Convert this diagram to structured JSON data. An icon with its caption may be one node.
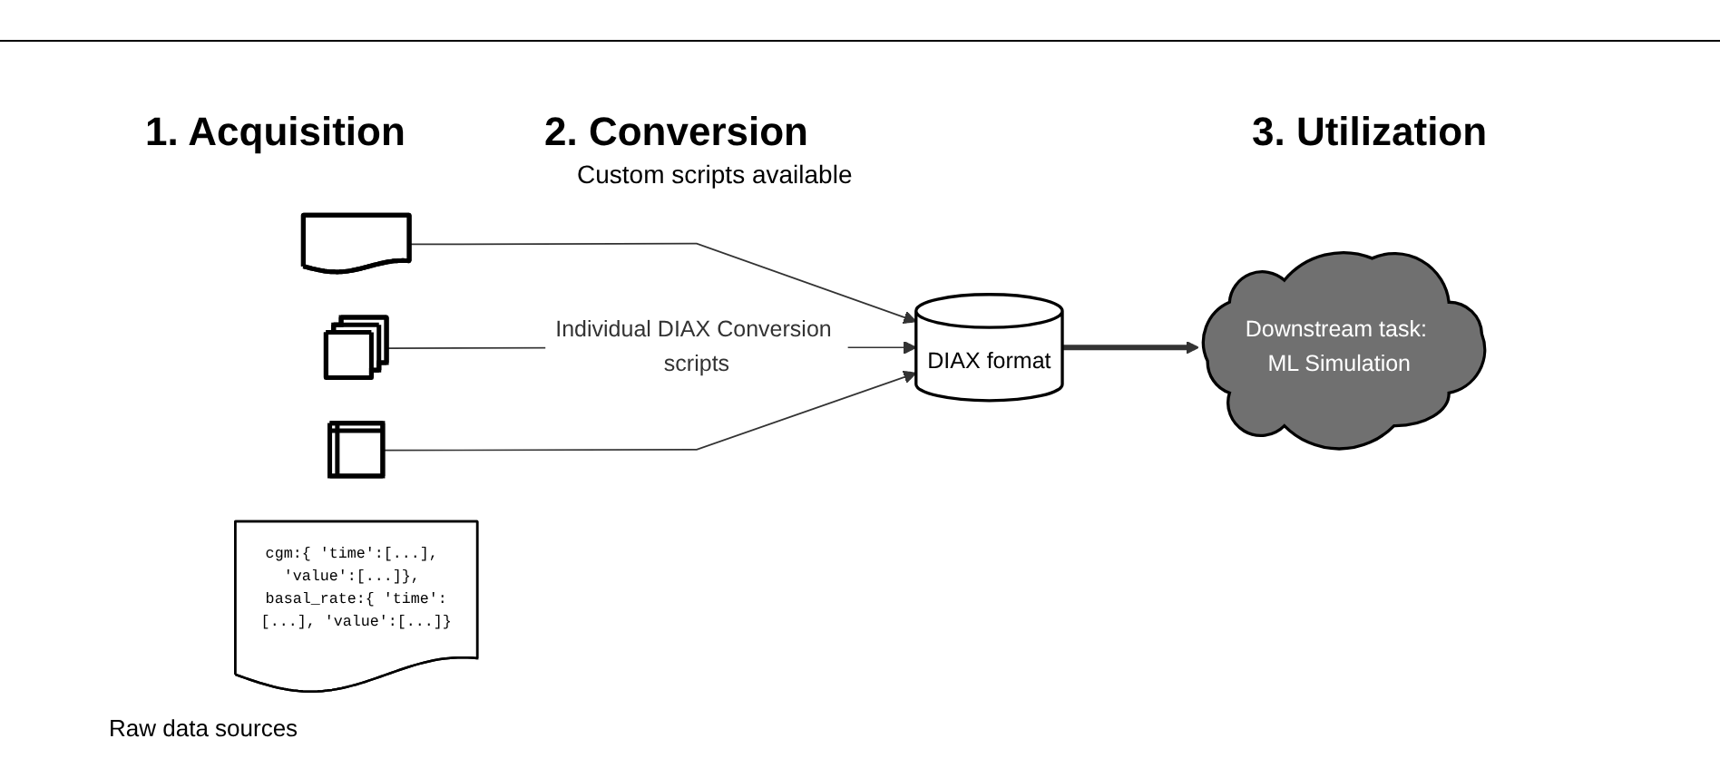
{
  "diagram": {
    "nodes": [
      {
        "text": [],
        "shape": "document"
      },
      {
        "text": [],
        "shape": "server"
      },
      {
        "text": [],
        "shape": "table"
      },
      {
        "text": [
          "DIAX format"
        ]
      },
      {
        "text": [
          "cgm:{ 'time':[...], 'value':[...]}, basal_rate:{ 'time':[...], 'value':[...]}"
        ]
      },
      {
        "text": [
          "Downstream task: ML Simulation"
        ]
      }
    ],
    "edges": [
      {
        "from": 0,
        "to": 3,
        "arrow": "to"
      },
      {
        "from": 1,
        "to": 3,
        "arrow": "to",
        "label": "Individual DIAX Conversion scripts"
      },
      {
        "from": 2,
        "to": 3,
        "arrow": "to"
      },
      {
        "from": 3,
        "to": 5,
        "arrow": "to",
        "style": "thick"
      }
    ],
    "labels": [
      "1. Acquisition",
      "2. Conversion",
      "Custom scripts available",
      "3. Utilization",
      "Raw data sources"
    ]
  }
}
